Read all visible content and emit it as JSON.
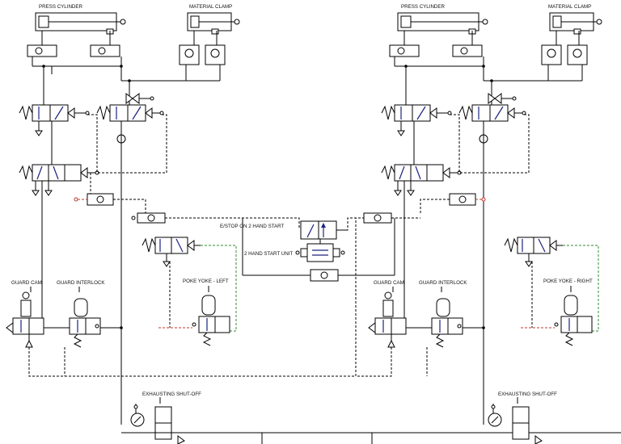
{
  "labels": {
    "press_cylinder_left": "PRESS CYLINDER",
    "material_clamp_left": "MATERIAL CLAMP",
    "press_cylinder_right": "PRESS CYLINDER",
    "material_clamp_right": "MATERIAL CLAMP",
    "estop": "E/STOP ON 2 HAND START",
    "two_hand": "2 HAND START UNIT",
    "guard_cam_left": "GUARD CAM",
    "guard_interlock_left": "GUARD INTERLOCK",
    "poke_yoke_left": "POKE YOKE - LEFT",
    "guard_cam_right": "GUARD CAM",
    "guard_interlock_right": "GUARD INTERLOCK",
    "poke_yoke_right": "POKE YOKE - RIGHT",
    "exhaust_left": "EXHAUSTING SHUT-OFF",
    "exhaust_right": "EXHAUSTING SHUT-OFF"
  },
  "colors": {
    "line": "#000000",
    "symbol_blue": "#1a237e",
    "pilot_green": "#2e8b2e",
    "pilot_red": "#c0392b"
  }
}
